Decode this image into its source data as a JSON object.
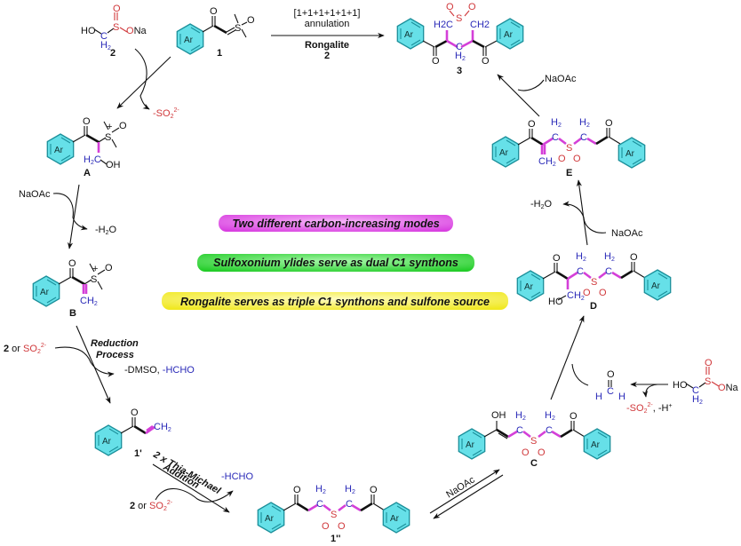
{
  "colors": {
    "aryl_fill": "#66e0e8",
    "aryl_stroke": "#1b8f9a",
    "new_bond": "#d43fd8",
    "sulfur_oxygen": "#d0383b",
    "carbon_label": "#2a2ab8",
    "banner_magenta": "#e468ee",
    "banner_green": "#46e04a",
    "banner_yellow": "#f6f24a"
  },
  "aryl_label": "Ar",
  "top_reaction": {
    "conditions_line1": "[1+1+1+1+1+1]",
    "conditions_line2": "annulation",
    "reagent_name": "Rongalite",
    "reagent_number": "2"
  },
  "compounds": {
    "c1": {
      "label": "1",
      "atoms": [
        "O",
        "S",
        "O"
      ]
    },
    "c2": {
      "label": "2",
      "atoms": [
        "HO",
        "C",
        "H2",
        "S",
        "O",
        "ONa"
      ]
    },
    "c3": {
      "label": "3",
      "atoms": [
        "O",
        "O",
        "S",
        "H2C",
        "CH2",
        "C",
        "H2",
        "O",
        "O"
      ]
    },
    "A": {
      "label": "A",
      "atoms": [
        "O",
        "+",
        "S",
        "O",
        "H2C",
        "OH"
      ]
    },
    "B": {
      "label": "B",
      "atoms": [
        "O",
        "+",
        "S",
        "O",
        "CH2"
      ]
    },
    "c1p": {
      "label": "1'",
      "atoms": [
        "O",
        "CH2"
      ]
    },
    "c1pp": {
      "label": "1''",
      "atoms": [
        "O",
        "H2",
        "C",
        "S",
        "H2",
        "C",
        "O",
        "O",
        "O"
      ]
    },
    "C": {
      "label": "C",
      "atoms": [
        "OH",
        "H2",
        "C",
        "S",
        "H2",
        "C",
        "O",
        "O",
        "O"
      ]
    },
    "D": {
      "label": "D",
      "atoms": [
        "O",
        "H2",
        "C",
        "S",
        "H2",
        "C",
        "O",
        "HO",
        "CH2",
        "O",
        "O"
      ]
    },
    "E": {
      "label": "E",
      "atoms": [
        "O",
        "H2",
        "C",
        "S",
        "H2",
        "C",
        "O",
        "CH2",
        "O",
        "O"
      ]
    },
    "formaldehyde": {
      "atoms": [
        "O",
        "H",
        "C",
        "H"
      ]
    },
    "rongalite_right": {
      "atoms": [
        "HO",
        "C",
        "H2",
        "S",
        "O",
        "ONa"
      ]
    }
  },
  "annotations": {
    "so2_loss_top": "-SO",
    "so2_sub": "2",
    "so2_sup": "2-",
    "naoac_1": "NaOAc",
    "h2o_loss_1": "-H",
    "h2o_sub": "2",
    "h2o_o": "O",
    "reduction_line1": "Reduction",
    "reduction_line2": "Process",
    "reagent_or_b": "2",
    "or_text": " or ",
    "so2_b": "SO",
    "dmso_loss": "-DMSO, ",
    "hcho_loss": "-HCHO",
    "thia_michael_line1": "2 x Thia-Michael",
    "thia_michael_line2": "Addition",
    "hcho_loss_2": "-HCHO",
    "naoac_eq": "NaOAc",
    "so2_h_loss": ", -H",
    "h_plus": "+",
    "naoac_d": "NaOAc",
    "h2o_loss_e": "-H",
    "naoac_e": "NaOAc"
  },
  "banners": [
    {
      "text": "Two different carbon-increasing modes",
      "color": "magenta"
    },
    {
      "text": "Sulfoxonium ylides serve as dual C1 synthons",
      "color": "green"
    },
    {
      "text": "Rongalite serves as triple C1 synthons and sulfone source",
      "color": "yellow"
    }
  ]
}
